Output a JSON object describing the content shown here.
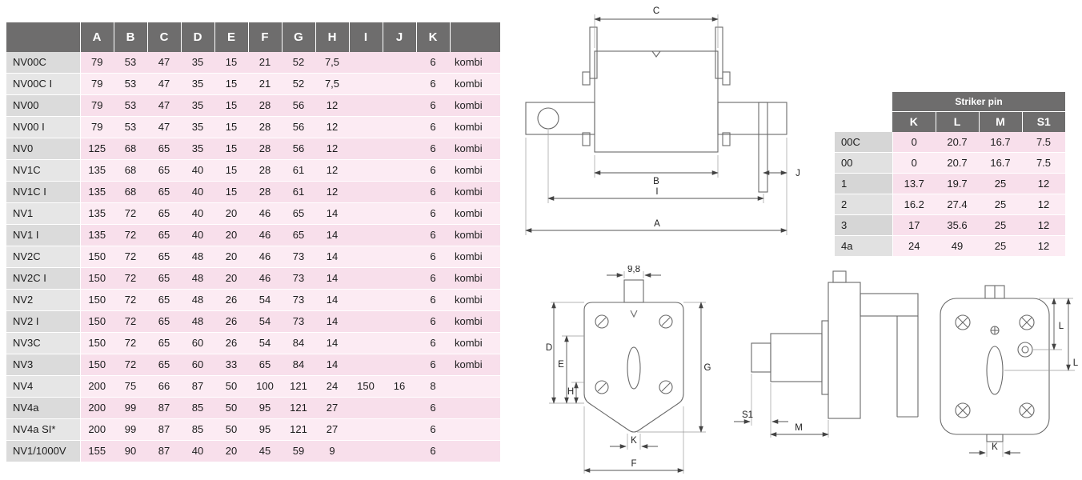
{
  "colors": {
    "header_bg": "#6e6d6d",
    "header_text": "#ffffff",
    "row_label_gray": "#dbdbdb",
    "row_pink": "#f8dfeb",
    "row_pink_alt": "#fcebf3"
  },
  "dim_table": {
    "corner_label": "",
    "columns": [
      "A",
      "B",
      "C",
      "D",
      "E",
      "F",
      "G",
      "H",
      "I",
      "J",
      "K"
    ],
    "type_column_label": "",
    "rows": [
      {
        "label": "NV00C",
        "values": [
          "79",
          "53",
          "47",
          "35",
          "15",
          "21",
          "52",
          "7,5",
          "",
          "",
          "6"
        ],
        "suffix": "kombi"
      },
      {
        "label": "NV00C I",
        "values": [
          "79",
          "53",
          "47",
          "35",
          "15",
          "21",
          "52",
          "7,5",
          "",
          "",
          "6"
        ],
        "suffix": "kombi"
      },
      {
        "label": "NV00",
        "values": [
          "79",
          "53",
          "47",
          "35",
          "15",
          "28",
          "56",
          "12",
          "",
          "",
          "6"
        ],
        "suffix": "kombi"
      },
      {
        "label": "NV00 I",
        "values": [
          "79",
          "53",
          "47",
          "35",
          "15",
          "28",
          "56",
          "12",
          "",
          "",
          "6"
        ],
        "suffix": "kombi"
      },
      {
        "label": "NV0",
        "values": [
          "125",
          "68",
          "65",
          "35",
          "15",
          "28",
          "56",
          "12",
          "",
          "",
          "6"
        ],
        "suffix": "kombi"
      },
      {
        "label": "NV1C",
        "values": [
          "135",
          "68",
          "65",
          "40",
          "15",
          "28",
          "61",
          "12",
          "",
          "",
          "6"
        ],
        "suffix": "kombi"
      },
      {
        "label": "NV1C I",
        "values": [
          "135",
          "68",
          "65",
          "40",
          "15",
          "28",
          "61",
          "12",
          "",
          "",
          "6"
        ],
        "suffix": "kombi"
      },
      {
        "label": "NV1",
        "values": [
          "135",
          "72",
          "65",
          "40",
          "20",
          "46",
          "65",
          "14",
          "",
          "",
          "6"
        ],
        "suffix": "kombi"
      },
      {
        "label": "NV1 I",
        "values": [
          "135",
          "72",
          "65",
          "40",
          "20",
          "46",
          "65",
          "14",
          "",
          "",
          "6"
        ],
        "suffix": "kombi"
      },
      {
        "label": "NV2C",
        "values": [
          "150",
          "72",
          "65",
          "48",
          "20",
          "46",
          "73",
          "14",
          "",
          "",
          "6"
        ],
        "suffix": "kombi"
      },
      {
        "label": "NV2C I",
        "values": [
          "150",
          "72",
          "65",
          "48",
          "20",
          "46",
          "73",
          "14",
          "",
          "",
          "6"
        ],
        "suffix": "kombi"
      },
      {
        "label": "NV2",
        "values": [
          "150",
          "72",
          "65",
          "48",
          "26",
          "54",
          "73",
          "14",
          "",
          "",
          "6"
        ],
        "suffix": "kombi"
      },
      {
        "label": "NV2 I",
        "values": [
          "150",
          "72",
          "65",
          "48",
          "26",
          "54",
          "73",
          "14",
          "",
          "",
          "6"
        ],
        "suffix": "kombi"
      },
      {
        "label": "NV3C",
        "values": [
          "150",
          "72",
          "65",
          "60",
          "26",
          "54",
          "84",
          "14",
          "",
          "",
          "6"
        ],
        "suffix": "kombi"
      },
      {
        "label": "NV3",
        "values": [
          "150",
          "72",
          "65",
          "60",
          "33",
          "65",
          "84",
          "14",
          "",
          "",
          "6"
        ],
        "suffix": "kombi"
      },
      {
        "label": "NV4",
        "values": [
          "200",
          "75",
          "66",
          "87",
          "50",
          "100",
          "121",
          "24",
          "150",
          "16",
          "8"
        ],
        "suffix": ""
      },
      {
        "label": "NV4a",
        "values": [
          "200",
          "99",
          "87",
          "85",
          "50",
          "95",
          "121",
          "27",
          "",
          "",
          "6"
        ],
        "suffix": ""
      },
      {
        "label": "NV4a SI*",
        "values": [
          "200",
          "99",
          "87",
          "85",
          "50",
          "95",
          "121",
          "27",
          "",
          "",
          "6"
        ],
        "suffix": ""
      },
      {
        "label": "NV1/1000V",
        "values": [
          "155",
          "90",
          "87",
          "40",
          "20",
          "45",
          "59",
          "9",
          "",
          "",
          "6"
        ],
        "suffix": ""
      }
    ]
  },
  "striker_table": {
    "title": "Striker pin",
    "columns": [
      "K",
      "L",
      "M",
      "S1"
    ],
    "rows": [
      {
        "label": "00C",
        "values": [
          "0",
          "20.7",
          "16.7",
          "7.5"
        ]
      },
      {
        "label": "00",
        "values": [
          "0",
          "20.7",
          "16.7",
          "7.5"
        ]
      },
      {
        "label": "1",
        "values": [
          "13.7",
          "19.7",
          "25",
          "12"
        ]
      },
      {
        "label": "2",
        "values": [
          "16.2",
          "27.4",
          "25",
          "12"
        ]
      },
      {
        "label": "3",
        "values": [
          "17",
          "35.6",
          "25",
          "12"
        ]
      },
      {
        "label": "4a",
        "values": [
          "24",
          "49",
          "25",
          "12"
        ]
      }
    ]
  },
  "diagrams": {
    "top_view": {
      "C": "C",
      "B": "B",
      "I": "I",
      "A": "A",
      "J": "J"
    },
    "front_view": {
      "width_label": "9,8",
      "D": "D",
      "E": "E",
      "H": "H",
      "G": "G",
      "K": "K",
      "F": "F"
    },
    "side_view": {
      "S1": "S1",
      "M": "M"
    },
    "rear_view": {
      "L1": "L",
      "L2": "L",
      "K": "K"
    }
  }
}
